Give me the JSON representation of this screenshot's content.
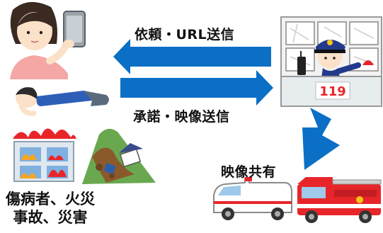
{
  "labels": {
    "request": "依頼・URL送信",
    "accept": "承諾・映像送信",
    "share": "映像共有",
    "victims_line1": "傷病者、火災",
    "victims_line2": "事故、災害",
    "call_center_sign": "119"
  },
  "colors": {
    "arrow_blue": "#0b6fc6",
    "fire_red": "#e8262a",
    "shirt_pink": "#f4a7a4",
    "police_navy": "#233a8c"
  },
  "icons": [
    "person-with-smartphone-icon",
    "injured-person-icon",
    "burning-building-icon",
    "landslide-icon",
    "dispatcher-icon",
    "ambulance-icon",
    "fire-truck-icon"
  ]
}
